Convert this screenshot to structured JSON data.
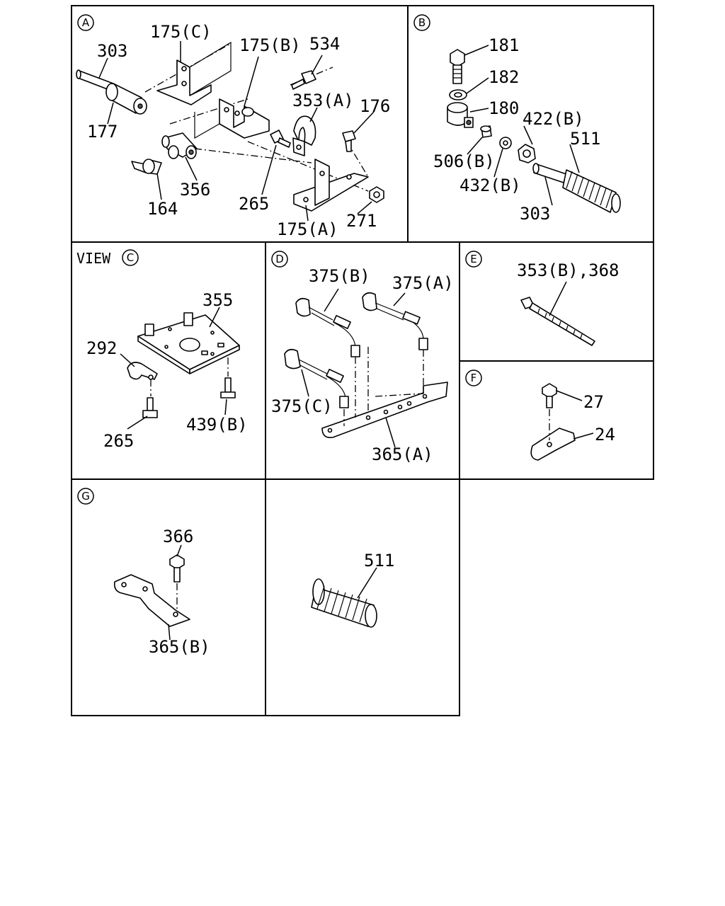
{
  "panels": {
    "A": {
      "marker": "A",
      "labels": {
        "p303": "303",
        "p175c": "175(C)",
        "p175b": "175(B)",
        "p534": "534",
        "p353a": "353(A)",
        "p176": "176",
        "p177": "177",
        "p356": "356",
        "p164": "164",
        "p265": "265",
        "p175a": "175(A)",
        "p271": "271"
      }
    },
    "B": {
      "marker": "B",
      "labels": {
        "p181": "181",
        "p182": "182",
        "p180": "180",
        "p422b": "422(B)",
        "p506b": "506(B)",
        "p511": "511",
        "p432b": "432(B)",
        "p303": "303"
      }
    },
    "C": {
      "view_text": "VIEW",
      "marker": "C",
      "labels": {
        "p355": "355",
        "p292": "292",
        "p265": "265",
        "p439b": "439(B)"
      }
    },
    "D": {
      "marker": "D",
      "labels": {
        "p375b": "375(B)",
        "p375a": "375(A)",
        "p375c": "375(C)",
        "p365a": "365(A)"
      }
    },
    "E": {
      "marker": "E",
      "labels": {
        "p353b368": "353(B),368"
      }
    },
    "F": {
      "marker": "F",
      "labels": {
        "p27": "27",
        "p24": "24"
      }
    },
    "G": {
      "marker": "G",
      "labels": {
        "p366": "366",
        "p365b": "365(B)"
      }
    },
    "H": {
      "labels": {
        "p511": "511"
      }
    }
  }
}
